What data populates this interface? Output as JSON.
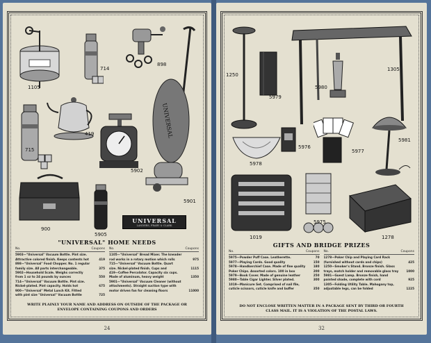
{
  "left_page": {
    "brand_logo": "UNIVERSAL",
    "brand_sub": "LANDERS, FRARY & CLARK",
    "heading": "\"UNIVERSAL\" HOME NEEDS",
    "page_number": "24",
    "item_numbers": [
      "1105",
      "714",
      "898",
      "419",
      "715",
      "5902",
      "900",
      "5905",
      "5901"
    ],
    "vacuum_text": "UNIVERSAL",
    "col_headers": {
      "no": "No.",
      "coupons": "Coupons"
    },
    "items_col1": [
      {
        "no": "5903",
        "text": "—\"Universal\" Vacuum Bottle. Pint size.",
        "coupons": ""
      },
      {
        "no": "",
        "text": "Attractive colored finish. Keeps contents hot",
        "coupons": "419"
      },
      {
        "no": "898",
        "text": "—\"Universal\" Food Chopper. No. 1 regular",
        "coupons": ""
      },
      {
        "no": "",
        "text": "family size. All parts interchangeable.",
        "coupons": "375"
      },
      {
        "no": "5902",
        "text": "—Household Scale. Weighs correctly",
        "coupons": ""
      },
      {
        "no": "",
        "text": "from 1 oz to 24 pounds by ounces",
        "coupons": "550"
      },
      {
        "no": "714",
        "text": "—\"Universal\" Vacuum Bottle. Pint size.",
        "coupons": ""
      },
      {
        "no": "",
        "text": "Nickel-plated. Pint capacity. Holds hot",
        "coupons": "675"
      },
      {
        "no": "900",
        "text": "—\"Universal\" Metal Lunch Kit. Fitted",
        "coupons": ""
      },
      {
        "no": "",
        "text": "with pint size \"Universal\" Vacuum Bottle",
        "coupons": "725"
      }
    ],
    "items_col2": [
      {
        "no": "1105",
        "text": "—\"Universal\" Bread Mixer. The kneader",
        "coupons": ""
      },
      {
        "no": "",
        "text": "rod works in a rotary motion which rolls",
        "coupons": "975"
      },
      {
        "no": "715",
        "text": "—\"Universal\" Vacuum Bottle. Quart",
        "coupons": ""
      },
      {
        "no": "",
        "text": "size. Nickel-plated finish. Cups and",
        "coupons": "1115"
      },
      {
        "no": "419",
        "text": "—Coffee Percolator. Capacity six cups.",
        "coupons": ""
      },
      {
        "no": "",
        "text": "Made of aluminum, heavy weight",
        "coupons": "1350"
      },
      {
        "no": "5901",
        "text": "—\"Universal\" Vacuum Cleaner (without",
        "coupons": ""
      },
      {
        "no": "",
        "text": "attachments). Straight suction type with",
        "coupons": ""
      },
      {
        "no": "",
        "text": "motor driven fan for cleaning floors",
        "coupons": "11000"
      }
    ],
    "footer": "WRITE PLAINLY YOUR NAME AND ADDRESS ON OUTSIDE OF THE PACKAGE OR ENVELOPE CONTAINING COUPONS AND ORDERS"
  },
  "right_page": {
    "heading": "GIFTS AND BRIDGE PRIZES",
    "page_number": "32",
    "item_numbers": [
      "1250",
      "5979",
      "1305",
      "5980",
      "5978",
      "5976",
      "5977",
      "5981",
      "1019",
      "5975",
      "1278"
    ],
    "col_headers": {
      "no": "No.",
      "coupons": "Coupons"
    },
    "items_col1": [
      {
        "no": "5975",
        "text": "—Powder Puff Case. Leatherette.",
        "coupons": "70"
      },
      {
        "no": "5977",
        "text": "—Playing Cards. Good quality",
        "coupons": "150"
      },
      {
        "no": "5978",
        "text": "—Handkerchief Case. Made of fine quality",
        "coupons": "180"
      },
      {
        "no": "",
        "text": "Poker Chips. Assorted colors. 100 in box",
        "coupons": "200"
      },
      {
        "no": "5979",
        "text": "—Book Cover. Made of genuine leather",
        "coupons": "250"
      },
      {
        "no": "5980",
        "text": "—Table Cigar Lighter. Silver plated.",
        "coupons": "300"
      },
      {
        "no": "1019",
        "text": "—Manicure Set. Comprised of nail file,",
        "coupons": ""
      },
      {
        "no": "",
        "text": "cuticle scissors, cuticle knife and buffer",
        "coupons": "350"
      }
    ],
    "items_col2": [
      {
        "no": "1278",
        "text": "—Poker Chip and Playing Card Rack",
        "coupons": ""
      },
      {
        "no": "",
        "text": "(furnished without cards and chips)",
        "coupons": "425"
      },
      {
        "no": "1250",
        "text": "—Smoker's Stand. Bronze finish. Glass",
        "coupons": ""
      },
      {
        "no": "",
        "text": "trays, match holder and removable glass tray",
        "coupons": "1000"
      },
      {
        "no": "5981",
        "text": "—Guest Lamp. Bronze finish, hand",
        "coupons": ""
      },
      {
        "no": "",
        "text": "painted shade, complete with cord",
        "coupons": "925"
      },
      {
        "no": "1305",
        "text": "—Folding Utility Table. Mahogany top,",
        "coupons": ""
      },
      {
        "no": "",
        "text": "adjustable legs, can be folded",
        "coupons": "1225"
      }
    ],
    "footer": "DO NOT ENCLOSE WRITTEN MATTER IN A PACKAGE SENT BY THIRD OR FOURTH CLASS MAIL. IT IS A VIOLATION OF THE POSTAL LAWS."
  }
}
